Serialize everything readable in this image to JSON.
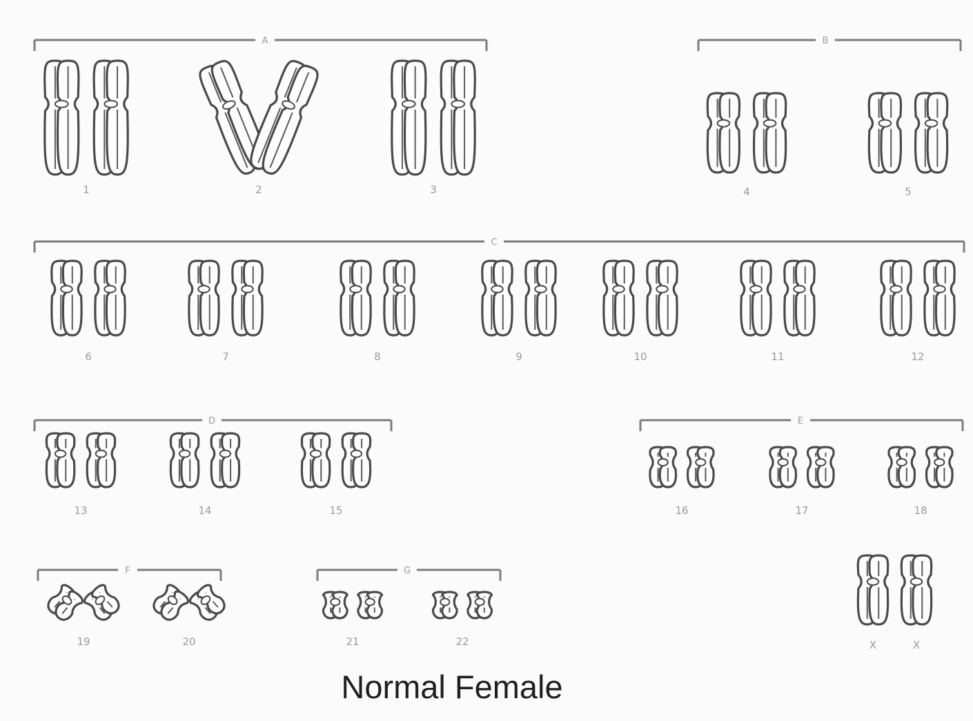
{
  "caption": "Normal Female",
  "groups": [
    {
      "letter": "A",
      "pairs": [
        "1",
        "2",
        "3"
      ]
    },
    {
      "letter": "B",
      "pairs": [
        "4",
        "5"
      ]
    },
    {
      "letter": "C",
      "pairs": [
        "6",
        "7",
        "8",
        "9",
        "10",
        "11",
        "12"
      ]
    },
    {
      "letter": "D",
      "pairs": [
        "13",
        "14",
        "15"
      ]
    },
    {
      "letter": "E",
      "pairs": [
        "16",
        "17",
        "18"
      ]
    },
    {
      "letter": "F",
      "pairs": [
        "19",
        "20"
      ]
    },
    {
      "letter": "G",
      "pairs": [
        "21",
        "22"
      ]
    }
  ],
  "sex_chromosomes": {
    "pairs": [
      "X"
    ]
  },
  "colors": {
    "outline": "#4a4a4a",
    "bracket": "#7c7c7c",
    "label": "#9a9a9a",
    "caption": "#1f1f1f"
  }
}
